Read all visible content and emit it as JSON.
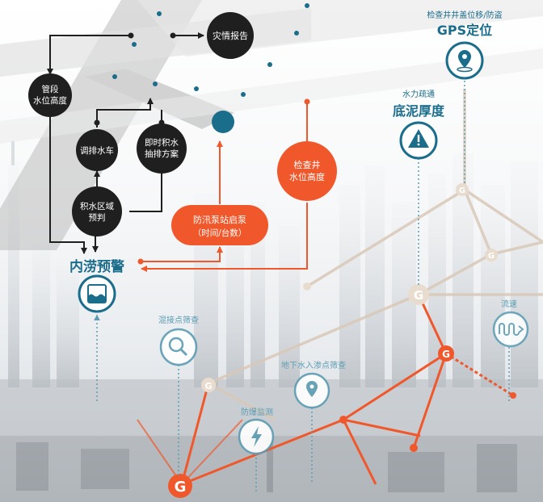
{
  "colors": {
    "dark_node": "#1f1f1f",
    "orange": "#f0582b",
    "teal": "#1b6d8c",
    "teal_light": "#5c9db3",
    "icon_gray": "#4a8da6",
    "beige_line": "#d9c8b8"
  },
  "flow_nodes": {
    "pipe_level": [
      "管段",
      "水位高度"
    ],
    "disaster_report": "灾情报告",
    "dispatch_truck": "调排水车",
    "instant_drain": [
      "即时积水",
      "抽排方案"
    ],
    "area_judge": [
      "积水区域",
      "预判"
    ],
    "pump_start": [
      "防汛泵站启泵",
      "（时间/台数）"
    ],
    "well_level": [
      "检查井",
      "水位高度"
    ],
    "flood_warning": "内涝预警"
  },
  "sensors": {
    "gps": {
      "caption": "检查井井盖位移/防盗",
      "title": "GPS定位",
      "icon": "map-pin-icon"
    },
    "sludge": {
      "caption": "水力疏通",
      "title": "底泥厚度",
      "icon": "warning-icon"
    },
    "flow": {
      "caption": "流速",
      "icon": "wave-arrow-icon"
    },
    "joint": {
      "caption": "混接点筛查",
      "icon": "magnifier-icon"
    },
    "infiltration": {
      "caption": "地下水入渗点筛查",
      "icon": "location-pin-icon"
    },
    "explosion": {
      "caption": "防爆监测",
      "icon": "lightning-icon"
    },
    "warning_icon": {
      "icon": "water-level-icon"
    }
  },
  "g_label": "G"
}
